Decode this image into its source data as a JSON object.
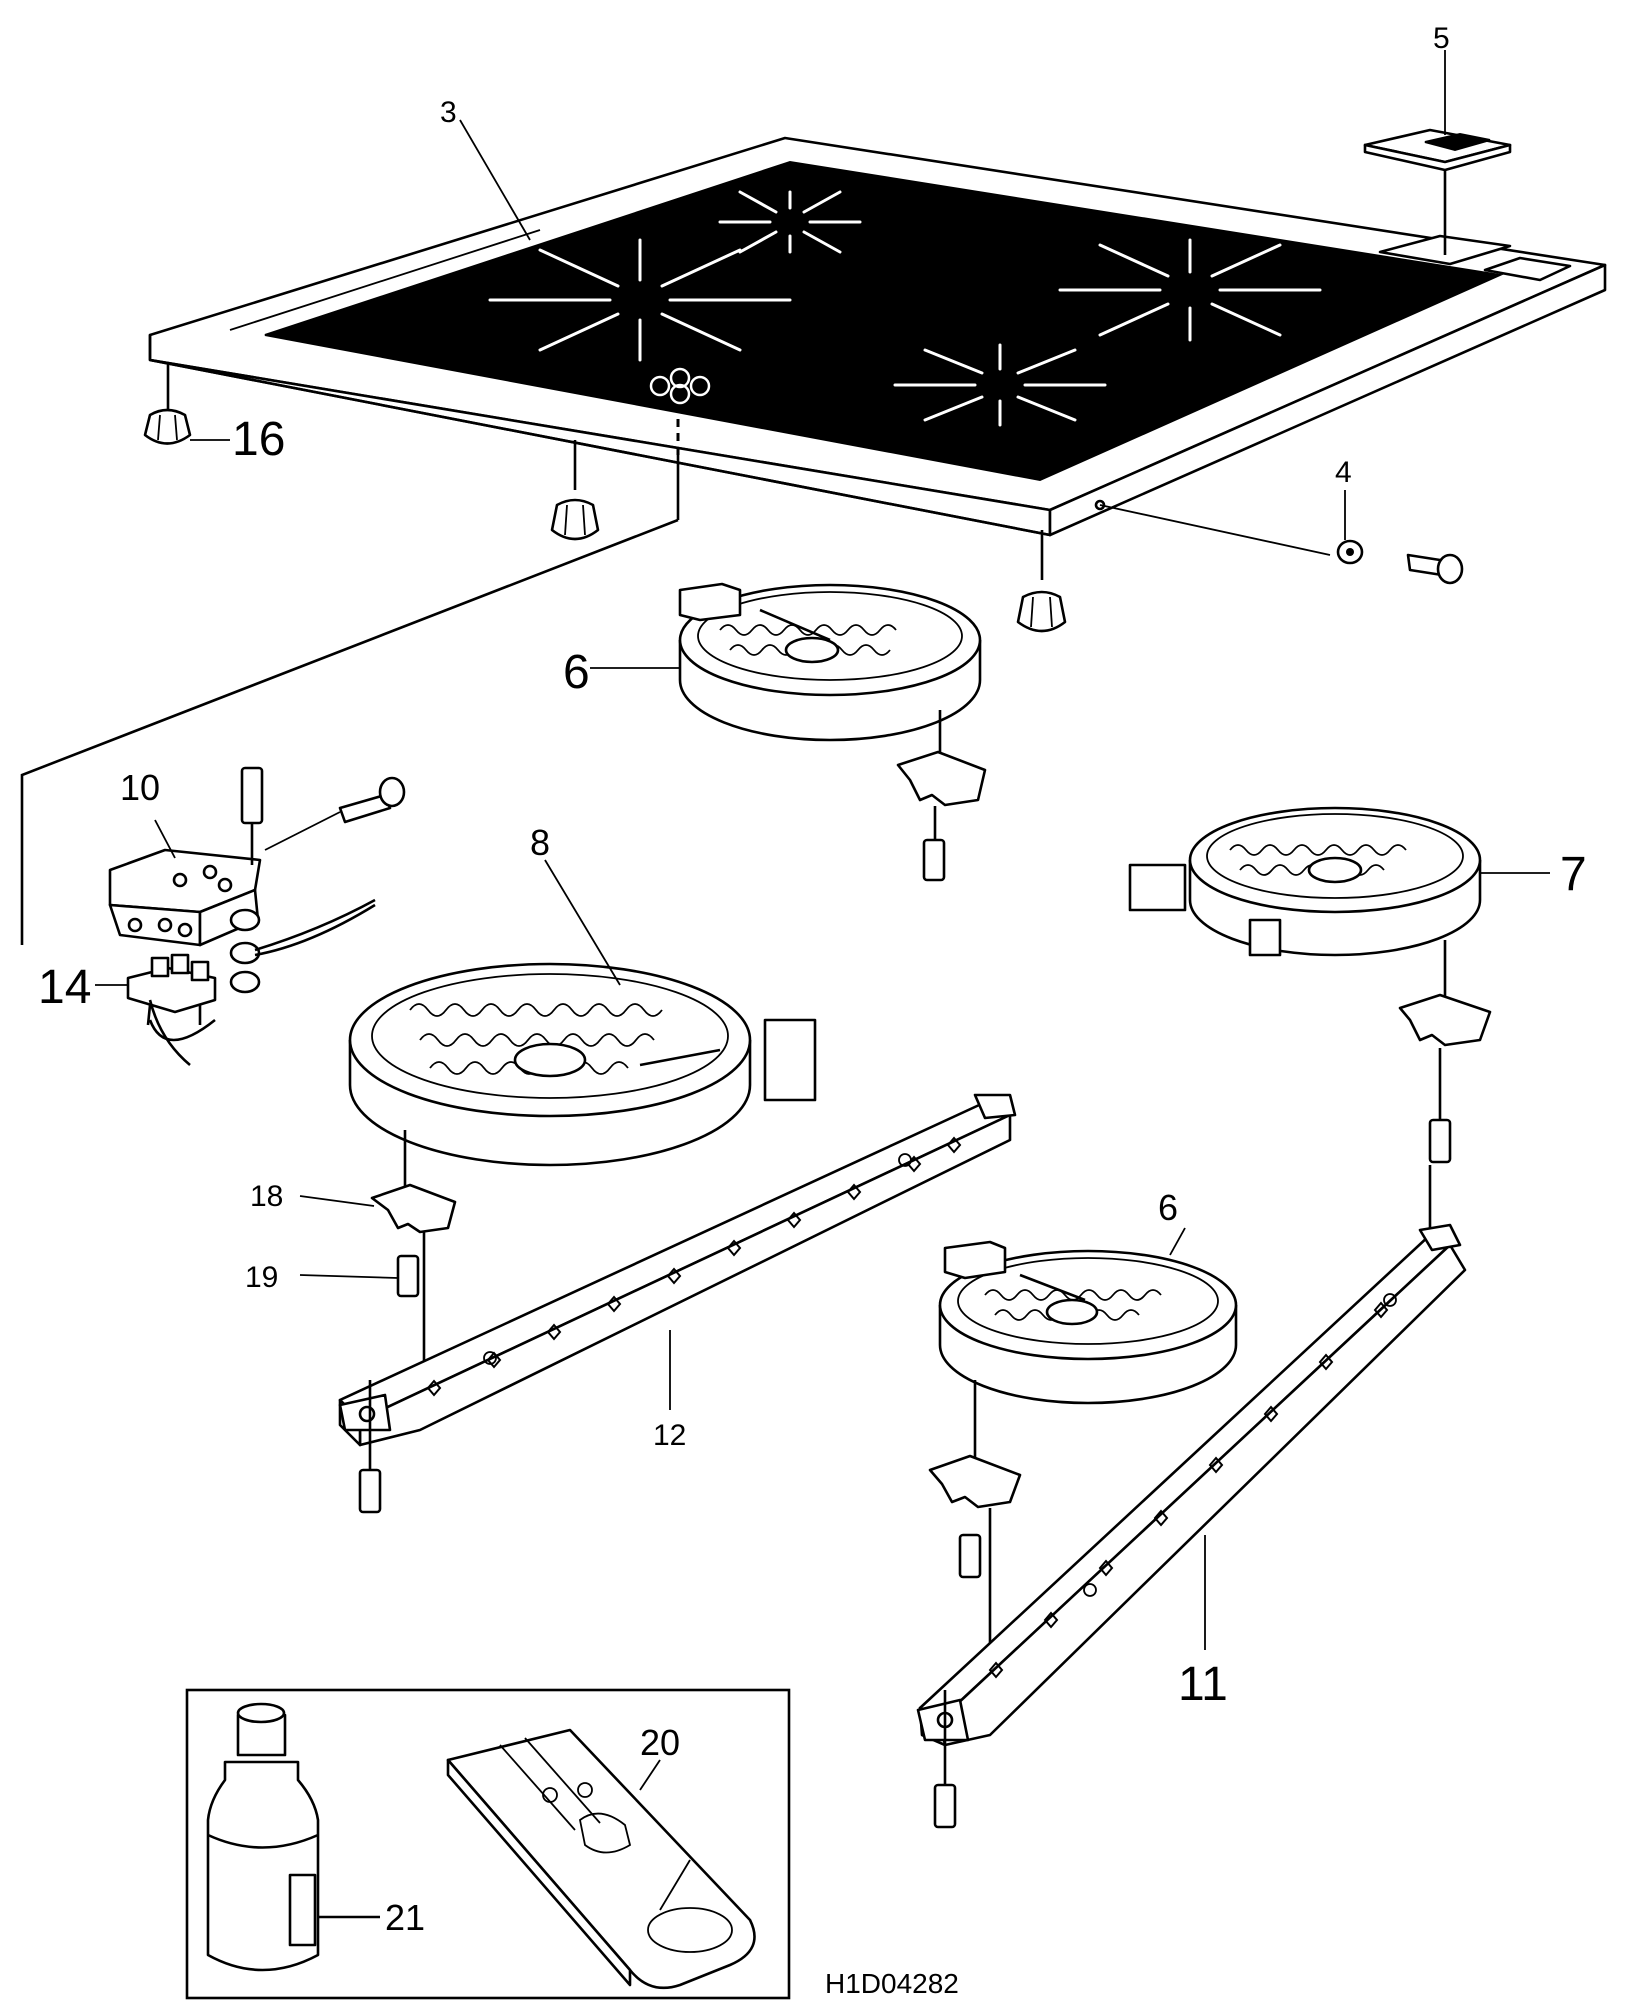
{
  "diagram": {
    "drawing_code": "H1D04282",
    "part_labels": {
      "p3": "3",
      "p4": "4",
      "p5": "5",
      "p6a": "6",
      "p6b": "6",
      "p7": "7",
      "p8": "8",
      "p10": "10",
      "p11": "11",
      "p12": "12",
      "p14": "14",
      "p16": "16",
      "p18": "18",
      "p19": "19",
      "p20": "20",
      "p21": "21"
    },
    "colors": {
      "line": "#000000",
      "glass": "#000000",
      "background": "#ffffff"
    }
  }
}
